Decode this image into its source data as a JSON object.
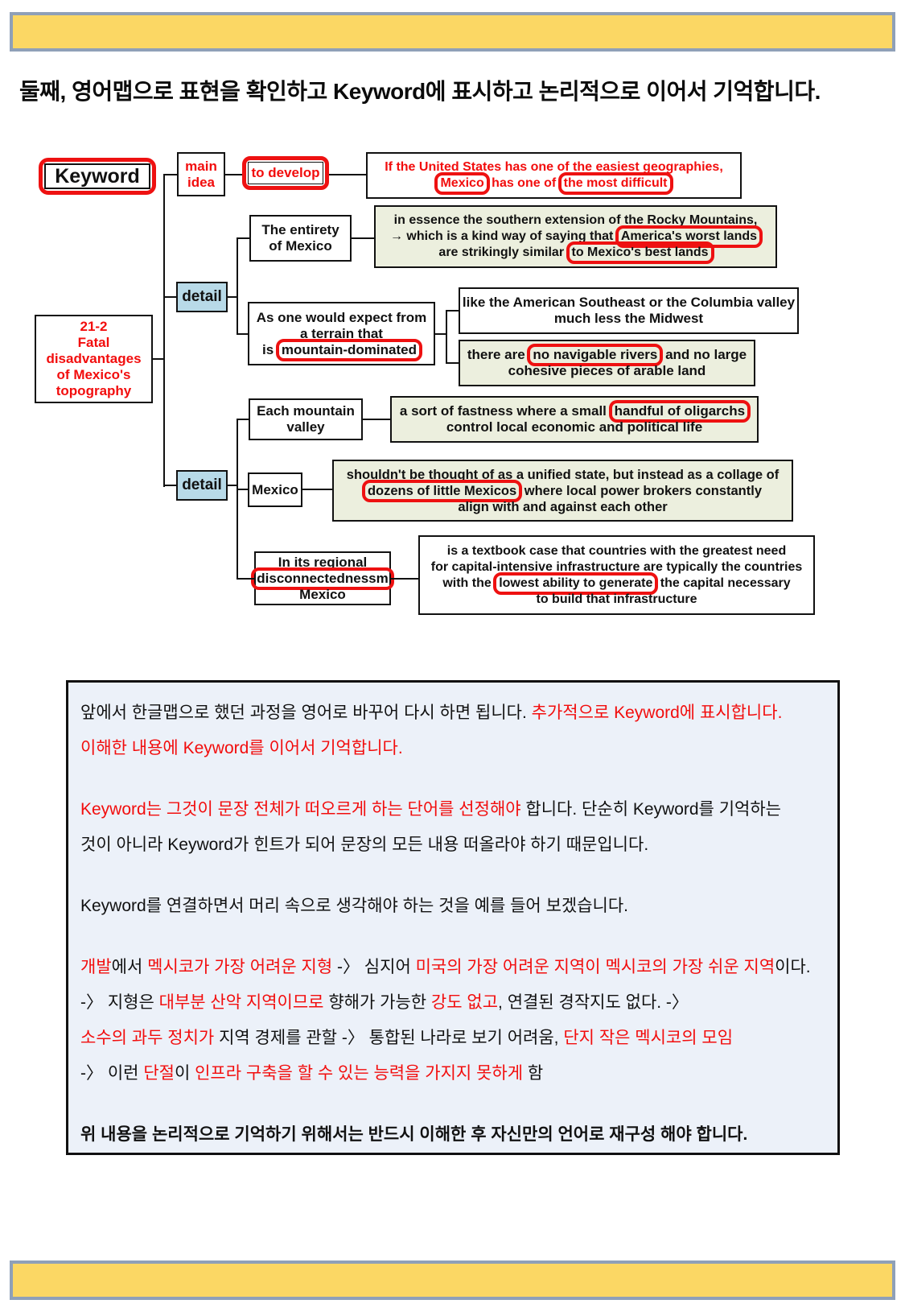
{
  "header": {
    "title": "둘째, 영어맵으로 표현을 확인하고 Keyword에 표시하고 논리적으로 이어서 기억합니다."
  },
  "colors": {
    "keyword_red": "#EE1111",
    "band_yellow": "#FBD764",
    "band_border": "#8FA0B8",
    "beige_box": "#ECEFDE",
    "detail_blue": "#B8DAE8",
    "panel_blue": "#ECF1F9"
  },
  "diagram": {
    "keyword_root": "Keyword",
    "to_develop": "to develop",
    "nodes": {
      "main_idea": {
        "lines": [
          [
            {
              "t": "main"
            }
          ],
          [
            {
              "t": "idea"
            }
          ]
        ]
      },
      "topic": {
        "lines": [
          [
            {
              "t": "21-2"
            }
          ],
          [
            {
              "t": "Fatal"
            }
          ],
          [
            {
              "t": "disadvantages"
            }
          ],
          [
            {
              "t": "of Mexico's"
            }
          ],
          [
            {
              "t": "topography"
            }
          ]
        ]
      },
      "detail1": {
        "lines": [
          [
            {
              "t": "detail"
            }
          ]
        ]
      },
      "detail2": {
        "lines": [
          [
            {
              "t": "detail"
            }
          ]
        ]
      },
      "main_text": {
        "lines": [
          [
            {
              "t": "If the United States has one of the easiest geographies,"
            }
          ],
          [
            {
              "t": "Mexico",
              "kw": true
            },
            {
              "t": " has one of "
            },
            {
              "t": "the most difficult",
              "kw": true
            }
          ]
        ]
      },
      "entirety": {
        "lines": [
          [
            {
              "t": "The entirety"
            }
          ],
          [
            {
              "t": "of Mexico"
            }
          ]
        ]
      },
      "beige1": {
        "lines": [
          [
            {
              "t": "in essence the southern extension of the Rocky Mountains,"
            }
          ],
          [
            {
              "t": "→ which is a kind way of saying that "
            },
            {
              "t": "America's worst lands",
              "kw": true
            }
          ],
          [
            {
              "t": "are strikingly similar "
            },
            {
              "t": "to Mexico's best lands",
              "kw": true
            }
          ]
        ]
      },
      "expect": {
        "lines": [
          [
            {
              "t": "As one would expect from"
            }
          ],
          [
            {
              "t": "a terrain that"
            }
          ],
          [
            {
              "t": "is "
            },
            {
              "t": "mountain-dominated",
              "kw": true
            }
          ]
        ]
      },
      "like_box": {
        "lines": [
          [
            {
              "t": "like the American Southeast or the Columbia valley"
            }
          ],
          [
            {
              "t": "much less the Midwest"
            }
          ]
        ]
      },
      "rivers": {
        "lines": [
          [
            {
              "t": "there are "
            },
            {
              "t": "no navigable rivers",
              "kw": true
            },
            {
              "t": " and no large"
            }
          ],
          [
            {
              "t": "cohesive pieces of arable land"
            }
          ]
        ]
      },
      "valley": {
        "lines": [
          [
            {
              "t": "Each mountain"
            }
          ],
          [
            {
              "t": "valley"
            }
          ]
        ]
      },
      "oligarchs": {
        "lines": [
          [
            {
              "t": "a sort of fastness where a small "
            },
            {
              "t": "handful of oligarchs",
              "kw": true
            }
          ],
          [
            {
              "t": "control local economic and political life"
            }
          ]
        ]
      },
      "mexico": {
        "lines": [
          [
            {
              "t": "Mexico"
            }
          ]
        ]
      },
      "collage": {
        "lines": [
          [
            {
              "t": "shouldn't be thought of as a unified state, but instead as a collage of"
            }
          ],
          [
            {
              "t": "dozens of little Mexicos",
              "kw": true
            },
            {
              "t": " where local power brokers constantly"
            }
          ],
          [
            {
              "t": "align with and against each other"
            }
          ]
        ]
      },
      "regional": {
        "lines": [
          [
            {
              "t": "In its regional"
            }
          ],
          [
            {
              "t": "disconnectednessm",
              "kw": true
            }
          ],
          [
            {
              "t": "Mexico"
            }
          ]
        ]
      },
      "textbook": {
        "lines": [
          [
            {
              "t": "is a textbook case that countries with the greatest need"
            }
          ],
          [
            {
              "t": "for capital-intensive infrastructure are typically the countries"
            }
          ],
          [
            {
              "t": "with the "
            },
            {
              "t": "lowest ability to generate",
              "kw": true
            },
            {
              "t": " the capital necessary"
            }
          ],
          [
            {
              "t": "to build that infrastructure"
            }
          ]
        ]
      }
    }
  },
  "panel": {
    "paragraphs": [
      {
        "bold": false,
        "lines": [
          [
            {
              "t": "앞에서 한글맵으로 했던 과정을 영어로 바꾸어 다시 하면 됩니다. "
            },
            {
              "t": "추가적으로 Keyword에 표시합니다.",
              "red": true
            }
          ],
          [
            {
              "t": "이해한 내용에 Keyword를  이어서 기억합니다.",
              "red": true
            }
          ]
        ]
      },
      {
        "bold": false,
        "lines": [
          [
            {
              "t": "Keyword는 그것이 문장 전체가 떠오르게 하는 단어를 선정해야 ",
              "red": true
            },
            {
              "t": "합니다. 단순히 Keyword를 기억하는"
            }
          ],
          [
            {
              "t": "것이 아니라 Keyword가 힌트가 되어 문장의 모든 내용 떠올라야 하기 때문입니다."
            }
          ]
        ]
      },
      {
        "bold": false,
        "lines": [
          [
            {
              "t": "Keyword를 연결하면서 머리 속으로 생각해야 하는 것을 예를 들어 보겠습니다."
            }
          ]
        ]
      },
      {
        "bold": false,
        "lines": [
          [
            {
              "t": "개발",
              "red": true
            },
            {
              "t": "에서 "
            },
            {
              "t": "멕시코가 가장 어려운 지형 ",
              "red": true
            },
            {
              "t": "-〉 심지어 "
            },
            {
              "t": "미국의 가장 어려운 지역이 멕시코의 가장 쉬운 지역",
              "red": true
            },
            {
              "t": "이다."
            }
          ],
          [
            {
              "t": "-〉 지형은 "
            },
            {
              "t": "대부분 산악 지역이므로 ",
              "red": true
            },
            {
              "t": "향해가 가능한 "
            },
            {
              "t": "강도 없고",
              "red": true
            },
            {
              "t": ", 연결된 경작지도 없다. -〉"
            }
          ],
          [
            {
              "t": "소수의 과두 정치가 ",
              "red": true
            },
            {
              "t": "지역 경제를 관할 -〉 통합된 나라로 보기 어려움, "
            },
            {
              "t": "단지 작은 멕시코의 모임",
              "red": true
            }
          ],
          [
            {
              "t": "-〉 이런 "
            },
            {
              "t": "단절",
              "red": true
            },
            {
              "t": "이 "
            },
            {
              "t": " 인프라 구축을 할 수 있는 능력을 가지지 못하게 ",
              "red": true
            },
            {
              "t": "함"
            }
          ]
        ]
      },
      {
        "bold": true,
        "lines": [
          [
            {
              "t": "위 내용을 논리적으로 기억하기 위해서는 반드시 이해한 후 자신만의 언어로 재구성 해야 합니다."
            }
          ]
        ]
      }
    ]
  }
}
